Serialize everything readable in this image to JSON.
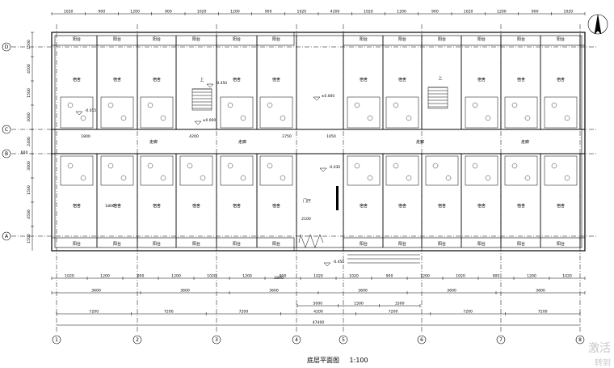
{
  "drawing": {
    "title": "底层平面图",
    "scale": "1:100"
  },
  "axes": {
    "columns": [
      "1",
      "2",
      "3",
      "4",
      "5",
      "6",
      "7",
      "8"
    ],
    "rows": [
      "D",
      "C",
      "B",
      "A"
    ]
  },
  "room_labels": {
    "bedroom": "宿舍",
    "balcony": "阳台",
    "corridor": "走廊",
    "lobby": "门厅",
    "stair_up": "上"
  },
  "dimensions": {
    "top_chain": [
      "1020",
      "900",
      "1200",
      "900",
      "1020",
      "1200",
      "900",
      "1020",
      "4200",
      "1020",
      "1200",
      "900",
      "1020",
      "1200",
      "900",
      "1020"
    ],
    "bottom_detail": [
      "1020",
      "1200",
      "900",
      "1200",
      "1020",
      "1200",
      "900",
      "1020",
      "1020",
      "900",
      "1200",
      "1020",
      "900",
      "1200",
      "1020"
    ],
    "bottom_bays": [
      "3600",
      "3600",
      "3600",
      "3600",
      "3600",
      "3600"
    ],
    "bottom_mid": [
      "5000",
      "1500",
      "3300"
    ],
    "bottom_pairs": [
      "7200",
      "7200",
      "7200",
      "4200",
      "7200",
      "7200",
      "7200"
    ],
    "bottom_total": "47400",
    "left_chain": [
      "1500",
      "4500",
      "1500",
      "3000",
      "2400",
      "3000",
      "1500",
      "4500",
      "1500"
    ],
    "misc": [
      "2750",
      "1650",
      "1800",
      "1800",
      "4200",
      "2100",
      "2800",
      "600"
    ]
  },
  "levels": [
    "±0.000",
    "-0.450",
    "-0.015",
    "-0.030",
    "±0.000",
    "-0.450"
  ],
  "watermark": {
    "line1": "激活",
    "line2": "转到"
  }
}
